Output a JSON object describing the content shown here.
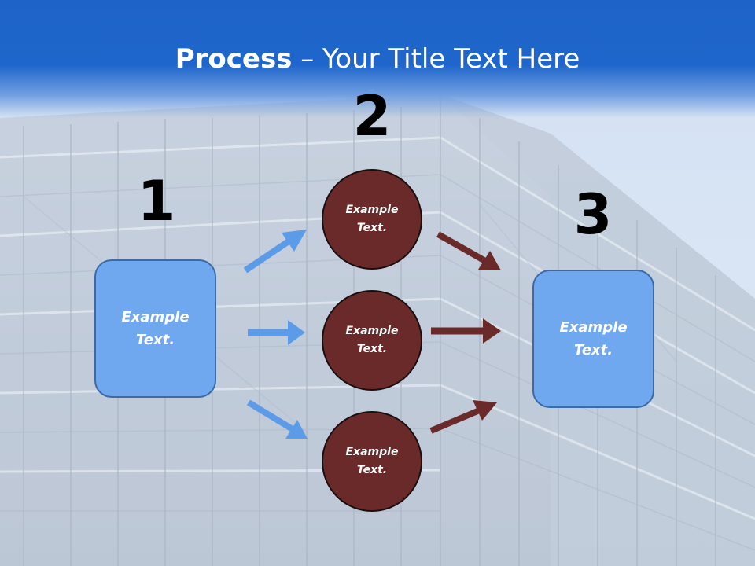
{
  "header": {
    "title_bold": "Process",
    "title_rest": " – Your Title Text Here"
  },
  "steps": {
    "one": "1",
    "two": "2",
    "three": "3"
  },
  "left_box": {
    "text": "Example\nText."
  },
  "right_box": {
    "text": "Example\nText."
  },
  "circles": [
    {
      "text": "Example\nText."
    },
    {
      "text": "Example\nText."
    },
    {
      "text": "Example\nText."
    }
  ],
  "colors": {
    "header_blue": "#1e64c8",
    "box_fill": "#6fa8ee",
    "circle_fill": "#6b2a2a",
    "blue_arrow": "#5b9be8",
    "brown_arrow": "#6b2a2a"
  }
}
